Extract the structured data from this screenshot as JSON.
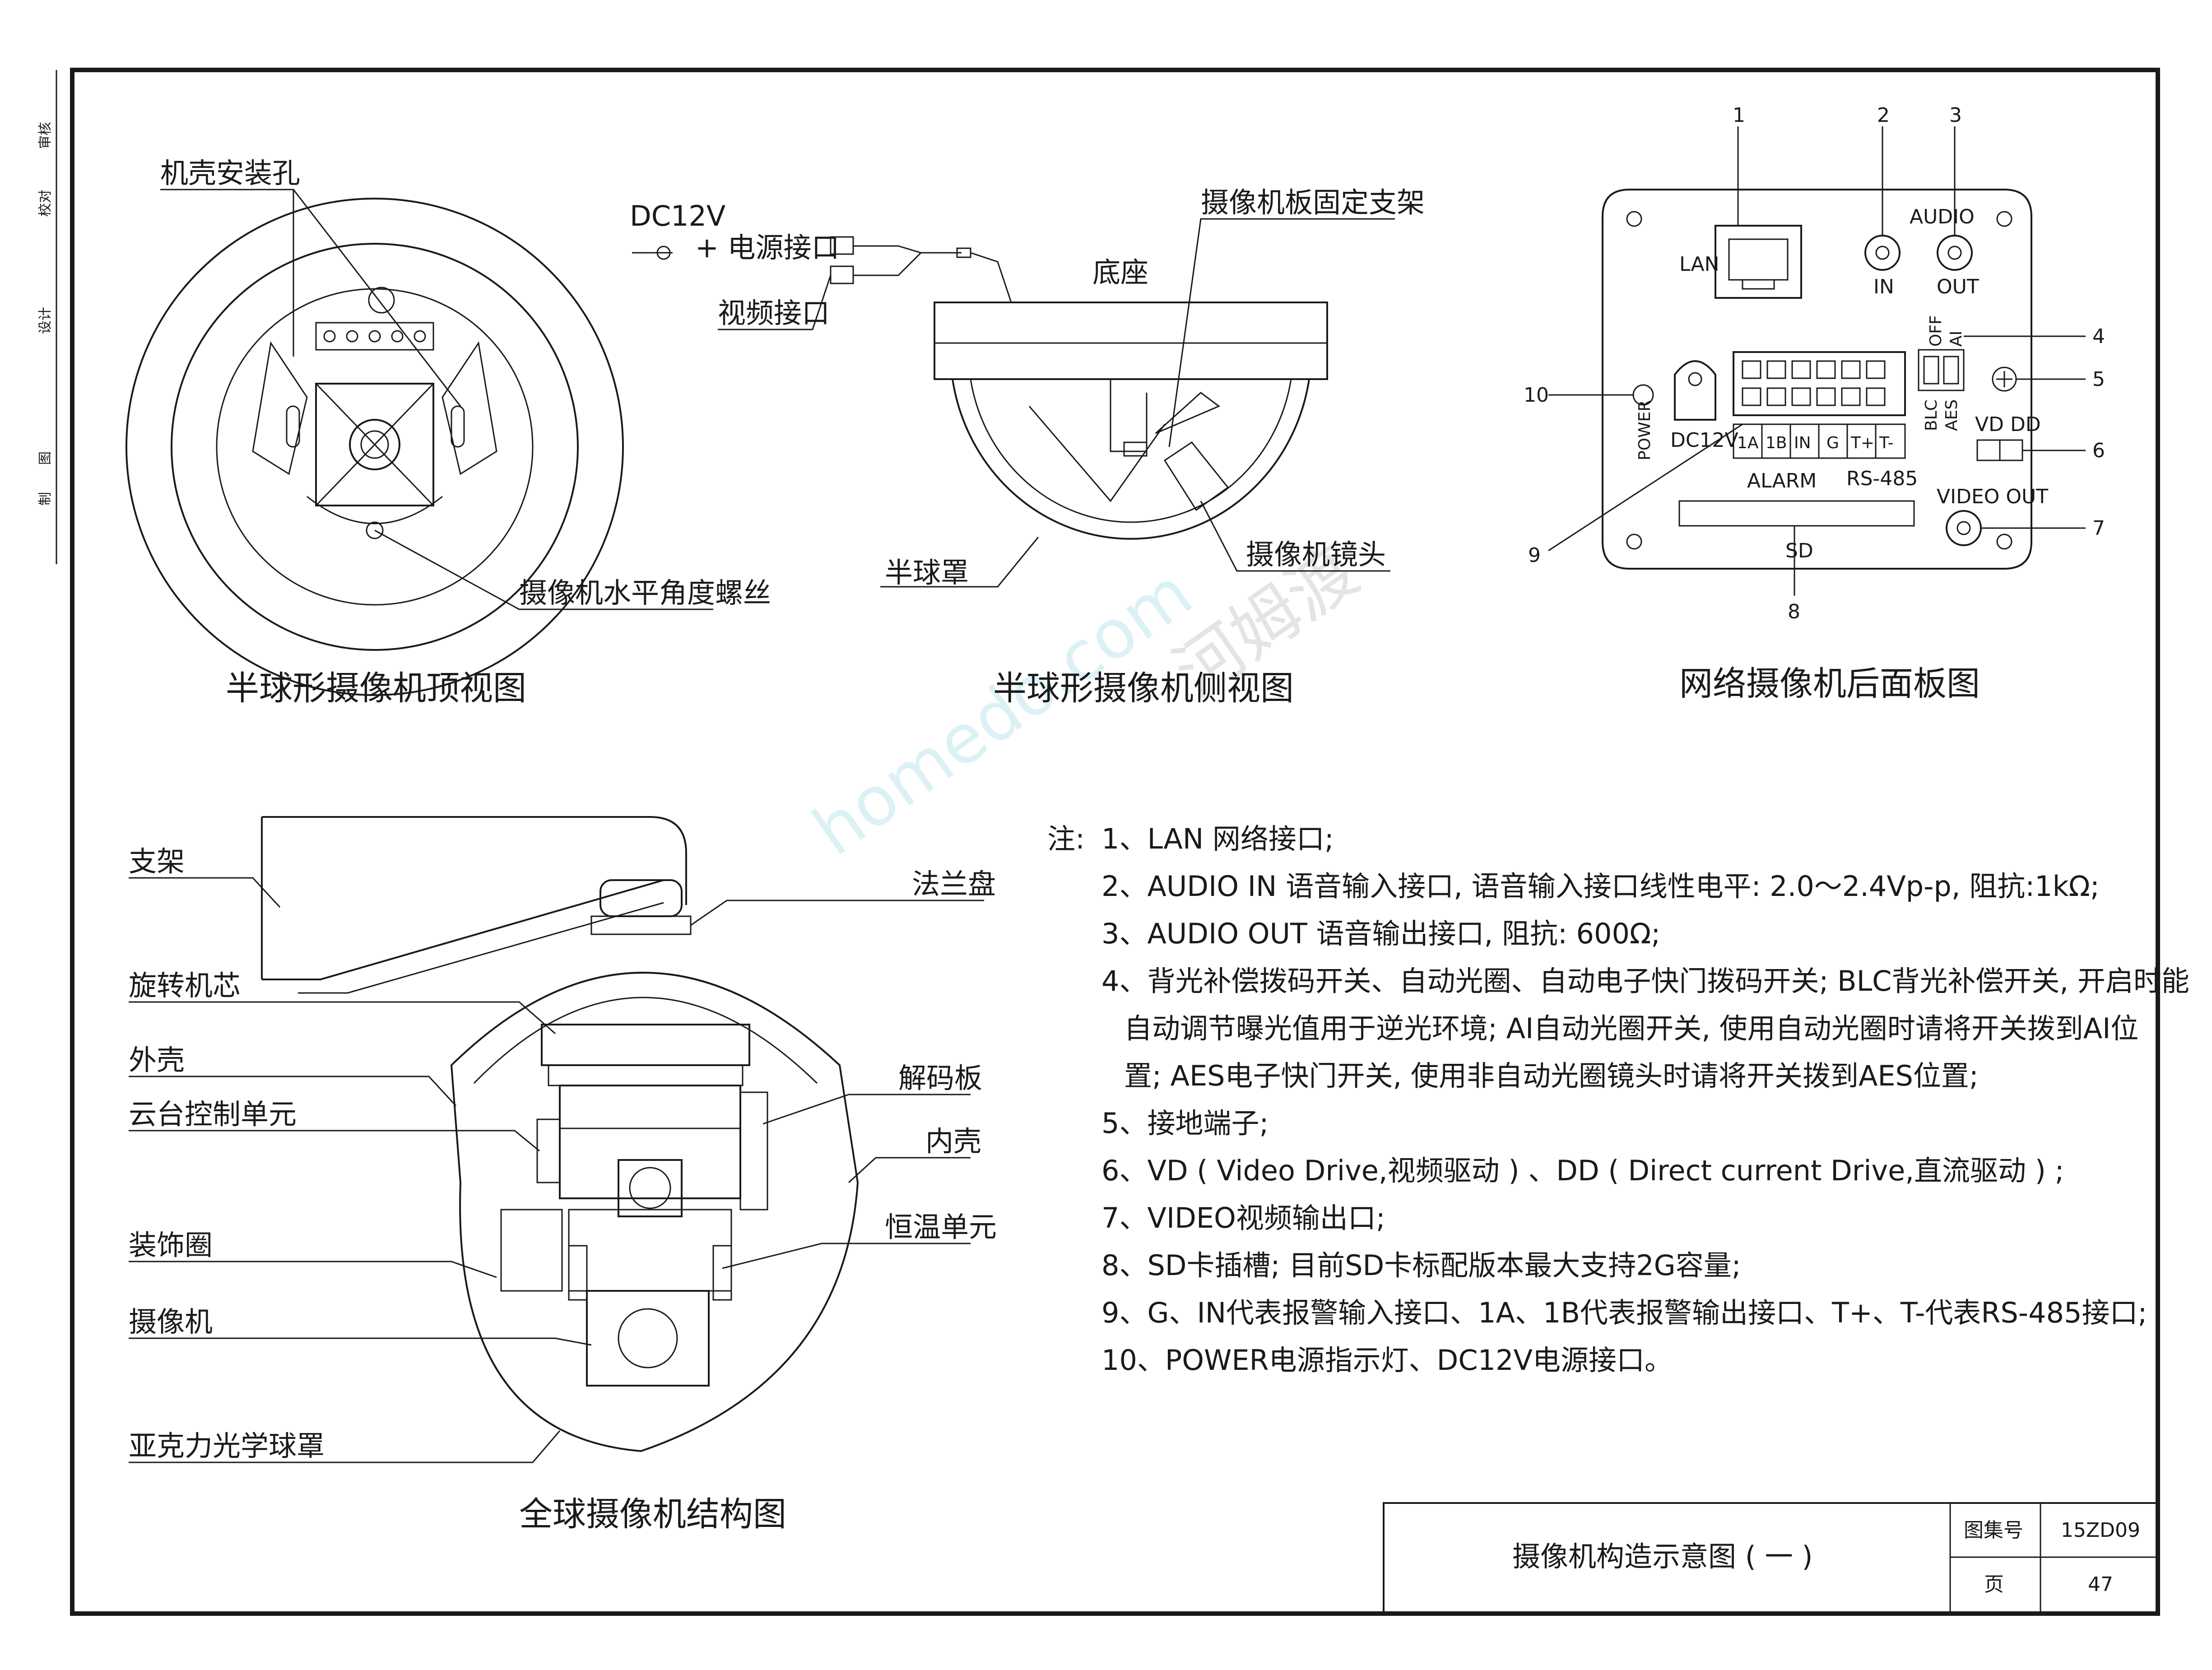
{
  "side_margin_labels": [
    "审核",
    "校对",
    "设计",
    "图",
    "制"
  ],
  "top_view": {
    "caption": "半球形摄像机顶视图",
    "label_mount_hole": "机壳安装孔",
    "label_screw": "摄像机水平角度螺丝"
  },
  "side_view": {
    "caption": "半球形摄像机侧视图",
    "dc_label": "DC12V",
    "plus_power_label": "+ 电源接口",
    "video_port": "视频接口",
    "base": "底座",
    "bracket": "摄像机板固定支架",
    "dome": "半球罩",
    "lens": "摄像机镜头"
  },
  "back_panel": {
    "caption": "网络摄像机后面板图",
    "numbers": [
      "1",
      "2",
      "3",
      "4",
      "5",
      "6",
      "7",
      "8",
      "9",
      "10"
    ],
    "lan": "LAN",
    "audio": "AUDIO",
    "in": "IN",
    "out": "OUT",
    "off": "OFF",
    "ai": "AI",
    "blc": "BLC",
    "aes": "AES",
    "vd_dd": "VD DD",
    "power": "POWER",
    "dc12v": "DC12V",
    "terminals": [
      "1A",
      "1B",
      "IN",
      "G",
      "T+",
      "T-"
    ],
    "alarm": "ALARM",
    "rs485": "RS-485",
    "video_out": "VIDEO OUT",
    "sd": "SD"
  },
  "speed_dome": {
    "caption": "全球摄像机结构图",
    "left_labels": [
      "支架",
      "旋转机芯",
      "外壳",
      "云台控制单元",
      "装饰圈",
      "摄像机",
      "亚克力光学球罩"
    ],
    "right_labels": [
      "法兰盘",
      "解码板",
      "内壳",
      "恒温单元"
    ]
  },
  "notes": {
    "prefix": "注:",
    "items": [
      "1、LAN 网络接口;",
      "2、AUDIO IN 语音输入接口, 语音输入接口线性电平: 2.0～2.4Vp-p, 阻抗:1kΩ;",
      "3、AUDIO OUT 语音输出接口, 阻抗: 600Ω;",
      "4、背光补偿拨码开关、自动光圈、自动电子快门拨码开关; BLC背光补偿开关, 开启时能",
      "自动调节曝光值用于逆光环境; AI自动光圈开关, 使用自动光圈时请将开关拨到AI位",
      "置; AES电子快门开关, 使用非自动光圈镜头时请将开关拨到AES位置;",
      "5、接地端子;",
      "6、VD ( Video Drive,视频驱动 ) 、DD ( Direct current Drive,直流驱动 ) ;",
      "7、VIDEO视频输出口;",
      "8、SD卡插槽; 目前SD卡标配版本最大支持2G容量;",
      "9、G、IN代表报警输入接口、1A、1B代表报警输出接口、T+、T-代表RS-485接口;",
      "10、POWER电源指示灯、DC12V电源接口。"
    ]
  },
  "title_block": {
    "title": "摄像机构造示意图 ( 一 )",
    "atlas_label": "图集号",
    "atlas_no": "15ZD09",
    "page_label": "页",
    "page_no": "47"
  },
  "watermarks": [
    "homedo.com",
    "河姆渡"
  ]
}
